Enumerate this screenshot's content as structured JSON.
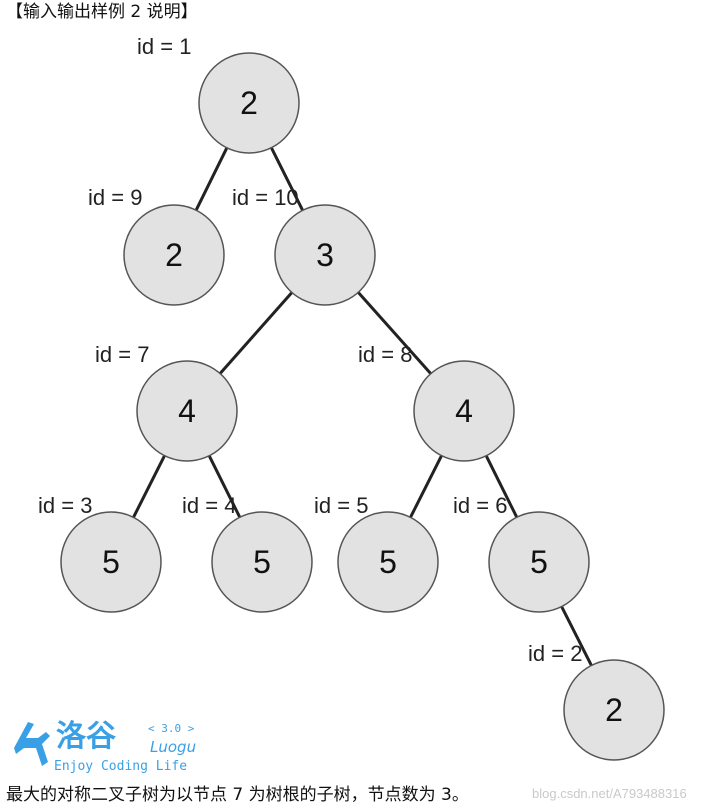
{
  "heading": "【输入输出样例 2 说明】",
  "caption": "最大的对称二叉子树为以节点 7 为树根的子树，节点数为 3。",
  "watermark": "blog.csdn.net/A793488316",
  "logo": {
    "name": "洛谷",
    "version": "< 3.0 >",
    "latin": "Luogu",
    "slogan": "Enjoy Coding Life",
    "color": "#3aa0e6"
  },
  "tree": {
    "nodes": [
      {
        "key": "n1",
        "id_label": "id = 1",
        "value": "2"
      },
      {
        "key": "n9",
        "id_label": "id = 9",
        "value": "2"
      },
      {
        "key": "n10",
        "id_label": "id = 10",
        "value": "3"
      },
      {
        "key": "n7",
        "id_label": "id = 7",
        "value": "4"
      },
      {
        "key": "n8",
        "id_label": "id = 8",
        "value": "4"
      },
      {
        "key": "n3",
        "id_label": "id = 3",
        "value": "5"
      },
      {
        "key": "n4",
        "id_label": "id = 4",
        "value": "5"
      },
      {
        "key": "n5",
        "id_label": "id = 5",
        "value": "5"
      },
      {
        "key": "n6",
        "id_label": "id = 6",
        "value": "5"
      },
      {
        "key": "n2",
        "id_label": "id = 2",
        "value": "2"
      }
    ],
    "edges": [
      [
        "n1",
        "n9"
      ],
      [
        "n1",
        "n10"
      ],
      [
        "n10",
        "n7"
      ],
      [
        "n10",
        "n8"
      ],
      [
        "n7",
        "n3"
      ],
      [
        "n7",
        "n4"
      ],
      [
        "n8",
        "n5"
      ],
      [
        "n8",
        "n6"
      ],
      [
        "n6",
        "n2"
      ]
    ]
  }
}
